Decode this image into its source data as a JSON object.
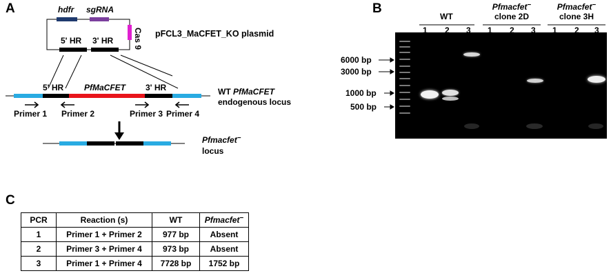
{
  "panels": {
    "a": "A",
    "b": "B",
    "c": "C"
  },
  "panelA": {
    "hdfr": "hdfr",
    "sgrna": "sgRNA",
    "cas9": "Cas 9",
    "plasmid": "pFCL3_MaCFET_KO plasmid",
    "hr5_top": "5' HR",
    "hr3_top": "3' HR",
    "hr5": "5' HR",
    "gene": "PfMaCFET",
    "hr3": "3' HR",
    "wt_prefix": "WT ",
    "wt_gene": "PfMaCFET",
    "wt_suffix": "endogenous locus",
    "primers": [
      "Primer 1",
      "Primer 2",
      "Primer 3",
      "Primer 4"
    ],
    "ko_name": "Pfmacfet",
    "ko_sup": "−",
    "ko_suffix": "locus"
  },
  "panelB": {
    "groups": [
      {
        "name": "WT",
        "sub": ""
      },
      {
        "name": "Pfmacfet",
        "sup": "−",
        "sub": "clone 2D"
      },
      {
        "name": "Pfmacfet",
        "sup": "−",
        "sub": "clone 3H"
      }
    ],
    "lanes": [
      "1",
      "2",
      "3",
      "1",
      "2",
      "3",
      "1",
      "2",
      "3"
    ],
    "markers": [
      "6000 bp",
      "3000 bp",
      "1000 bp",
      "500 bp"
    ]
  },
  "panelC": {
    "headers": [
      "PCR",
      "Reaction (s)",
      "WT",
      "Pfmacfet"
    ],
    "header_sup": "−",
    "rows": [
      [
        "1",
        "Primer 1 + Primer 2",
        "977 bp",
        "Absent"
      ],
      [
        "2",
        "Primer 3 + Primer 4",
        "973 bp",
        "Absent"
      ],
      [
        "3",
        "Primer 1 + Primer 4",
        "7728 bp",
        "1752 bp"
      ]
    ]
  },
  "colors": {
    "hr_block": "#000000",
    "gene_block": "#e8141b",
    "flank": "#29abe2",
    "hdfr": "#1f3a6e",
    "sgrna": "#7b3f9e",
    "cas9": "#e020d0"
  }
}
